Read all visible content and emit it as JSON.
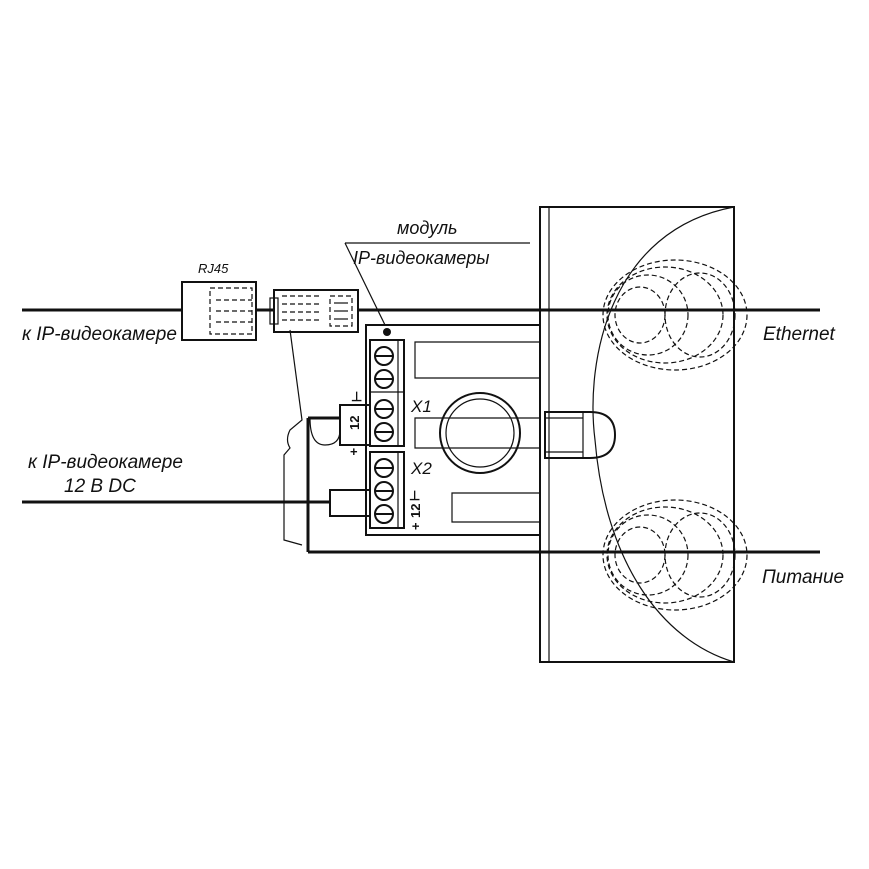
{
  "labels": {
    "rj45": "RJ45",
    "module_line1": "модуль",
    "module_line2": "IP-видеокамеры",
    "to_camera_eth": "к IP-видеокамере",
    "ethernet": "Ethernet",
    "to_camera_power_line1": "к IP-видеокамере",
    "to_camera_power_line2": "12 В DC",
    "power": "Питание",
    "x1": "X1",
    "x2": "X2",
    "x1_ground": "⊥",
    "x1_plus": "+",
    "x1_12": "12",
    "x2_ground": "⊥",
    "x2_plus": "+",
    "x2_12": "12"
  }
}
